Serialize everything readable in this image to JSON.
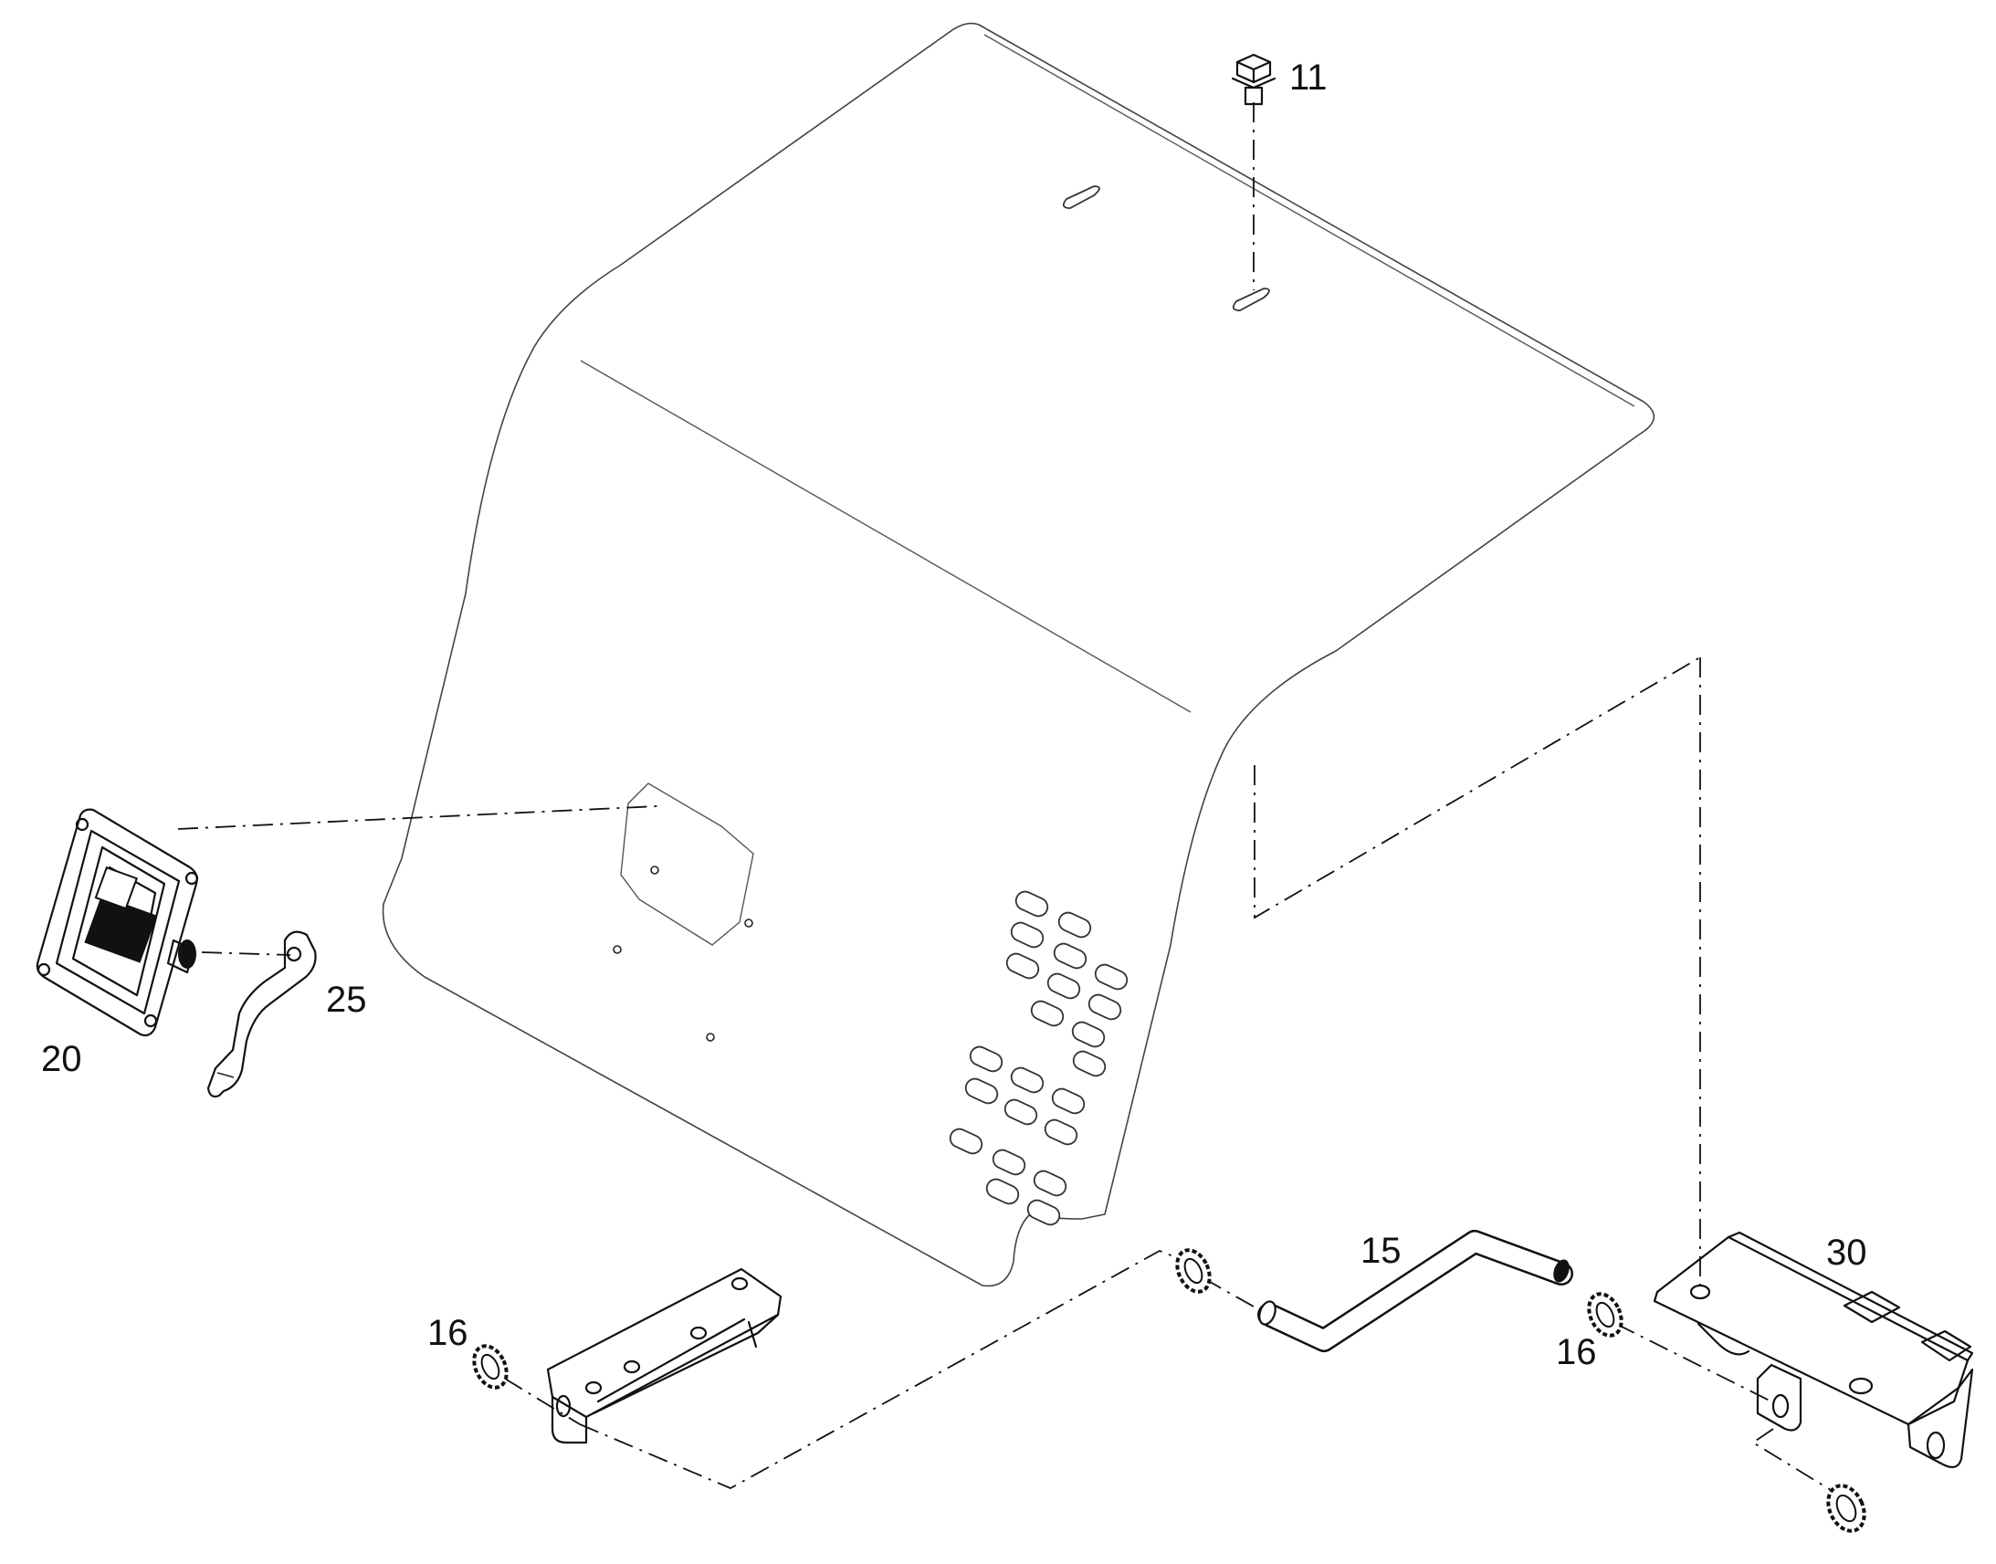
{
  "callouts": {
    "bolt": "11",
    "rod": "15",
    "washer_left": "16",
    "washer_right": "16",
    "latch": "20",
    "latch_cam": "25",
    "hinge": "30"
  }
}
